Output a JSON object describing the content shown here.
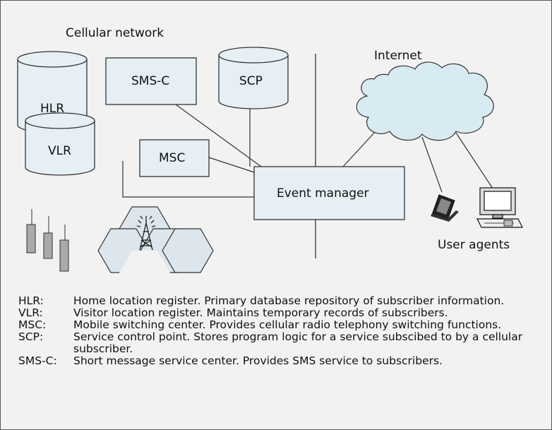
{
  "labels": {
    "cellular_network": "Cellular network",
    "internet": "Internet",
    "hlr": "HLR",
    "vlr": "VLR",
    "sms_c": "SMS-C",
    "scp": "SCP",
    "msc": "MSC",
    "event_manager": "Event manager",
    "user_agents": "User agents"
  },
  "legend": [
    {
      "term": "HLR:",
      "definition": "Home location register. Primary database repository of subscriber information."
    },
    {
      "term": "VLR:",
      "definition": "Visitor location register. Maintains temporary records of subscribers."
    },
    {
      "term": "MSC:",
      "definition": "Mobile switching center. Provides cellular radio telephony switching functions."
    },
    {
      "term": "SCP:",
      "definition": "Service control point. Stores program logic for a service subscibed to by a cellular subscriber."
    },
    {
      "term": "SMS-C:",
      "definition": "Short message service center. Provides SMS service to subscribers."
    }
  ],
  "colors": {
    "background": "#f2f2f2",
    "node_fill": "#e6eff4",
    "cloud_fill": "#d9ebf2",
    "hex_fill": "#dce6ec",
    "stroke": "#333333"
  },
  "icons": [
    "radio-tower-icon",
    "handheld-device-icon",
    "desktop-computer-icon",
    "antenna-bars-icon"
  ]
}
